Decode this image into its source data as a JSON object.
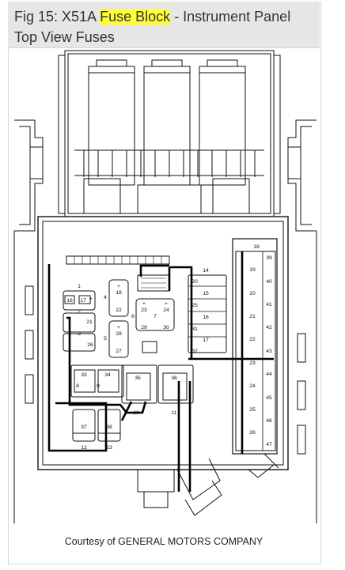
{
  "caption": {
    "before": "Fig 15: X51A ",
    "highlight": "Fuse Block",
    "after": " - Instrument Panel",
    "line2": "Top View Fuses",
    "highlight_color": "#ffff33"
  },
  "credit": "Courtesy of GENERAL MOTORS COMPANY",
  "fuse_labels": {
    "f1": "1",
    "f2": "2",
    "f3": "3",
    "f4": "4",
    "f5": "5",
    "f6": "6",
    "f7": "7",
    "f8": "8",
    "f9": "9",
    "f10": "10",
    "f11": "11",
    "f12": "12",
    "f13": "13",
    "f14": "14",
    "f15": "15",
    "f16": "16",
    "f17": "17",
    "f18": "18",
    "f19": "19",
    "f20": "20",
    "f21": "21",
    "f22": "22",
    "f23": "23",
    "f24": "24",
    "f25": "25",
    "f26": "26",
    "f27": "27",
    "f28": "28",
    "f29": "29",
    "f30": "30",
    "f31": "31",
    "f32": "32",
    "f33": "33",
    "f34": "34",
    "f35": "35",
    "f36": "36",
    "f37": "37",
    "f38": "38",
    "f39": "39",
    "f40": "40",
    "f41": "41",
    "f42": "42",
    "f43": "43",
    "f44": "44",
    "f45": "45",
    "f46": "46",
    "f47": "47"
  },
  "polarity": {
    "plus": "+"
  },
  "colors": {
    "line": "#111111",
    "caption_bg": "#e6e6e6",
    "caption_text": "#333333"
  }
}
